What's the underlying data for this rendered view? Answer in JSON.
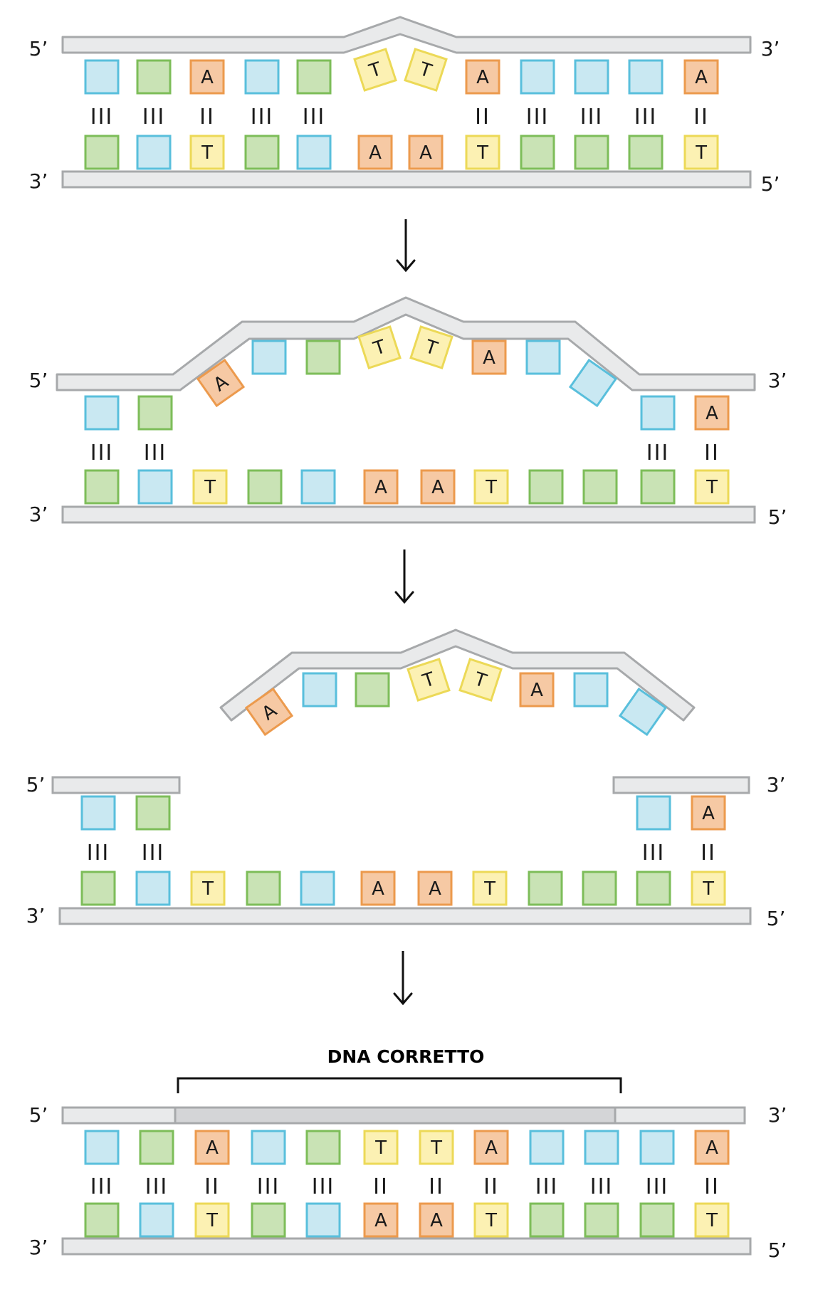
{
  "labels": {
    "five_prime": "5’",
    "three_prime": "3’",
    "corrected": "DNA CORRETTO"
  },
  "colors": {
    "backbone_fill": "#e9eaeb",
    "backbone_stroke": "#a7a9ab",
    "new_segment_fill": "#d4d5d7",
    "G": {
      "fill": "#c9e3b5",
      "stroke": "#7dbd59"
    },
    "C": {
      "fill": "#c9e8f2",
      "stroke": "#59bfdc"
    },
    "A": {
      "fill": "#f6c9a4",
      "stroke": "#ec9a4d"
    },
    "T": {
      "fill": "#fcf1b3",
      "stroke": "#ecd957"
    },
    "text": "#1a1a1a"
  },
  "steps": [
    {
      "name": "damaged-dna",
      "top_bases": [
        "C",
        "G",
        "A",
        "C",
        "G",
        "T",
        "T",
        "A",
        "C",
        "C",
        "C",
        "A"
      ],
      "bonds": [
        "III",
        "III",
        "II",
        "III",
        "III",
        "",
        "",
        "II",
        "III",
        "III",
        "III",
        "II"
      ],
      "bottom_bases": [
        "G",
        "C",
        "T",
        "G",
        "C",
        "A",
        "A",
        "T",
        "G",
        "G",
        "G",
        "T"
      ],
      "base_letters": {
        "T": "T",
        "A": "A"
      }
    },
    {
      "name": "strand-excision",
      "top_bases_paired": [
        "C",
        "G",
        "C",
        "A"
      ],
      "top_bases_bulged": [
        "A",
        "C",
        "G",
        "T",
        "T",
        "A",
        "C",
        "C"
      ],
      "bonds": [
        "III",
        "III",
        "III",
        "II"
      ],
      "bottom_bases": [
        "G",
        "C",
        "T",
        "G",
        "C",
        "A",
        "A",
        "T",
        "G",
        "G",
        "G",
        "T"
      ]
    },
    {
      "name": "oligonucleotide-removed",
      "released_bases": [
        "A",
        "C",
        "G",
        "T",
        "T",
        "A",
        "C",
        "C"
      ],
      "left_bases": [
        "C",
        "G"
      ],
      "right_bases": [
        "C",
        "A"
      ],
      "bonds": [
        "III",
        "III",
        "III",
        "II"
      ],
      "bottom_bases": [
        "G",
        "C",
        "T",
        "G",
        "C",
        "A",
        "A",
        "T",
        "G",
        "G",
        "G",
        "T"
      ]
    },
    {
      "name": "repaired-dna",
      "top_bases": [
        "C",
        "G",
        "A",
        "C",
        "G",
        "T",
        "T",
        "A",
        "C",
        "C",
        "C",
        "A"
      ],
      "bonds": [
        "III",
        "III",
        "II",
        "III",
        "III",
        "II",
        "II",
        "II",
        "III",
        "III",
        "III",
        "II"
      ],
      "bottom_bases": [
        "G",
        "C",
        "T",
        "G",
        "C",
        "A",
        "A",
        "T",
        "G",
        "G",
        "G",
        "T"
      ]
    }
  ]
}
